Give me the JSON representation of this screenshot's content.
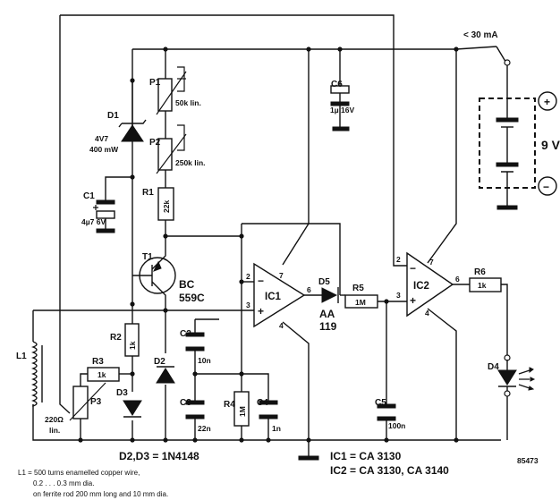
{
  "current_label": "< 30 mA",
  "battery": {
    "voltage": "9 V",
    "plus": "+",
    "minus": "−"
  },
  "components": {
    "P1": {
      "name": "P1",
      "value": "50k lin."
    },
    "P2": {
      "name": "P2",
      "value": "250k lin."
    },
    "P3": {
      "name": "P3",
      "value": "220Ω",
      "value2": "lin."
    },
    "D1": {
      "name": "D1",
      "value": "4V7",
      "value2": "400 mW"
    },
    "D2": {
      "name": "D2"
    },
    "D3": {
      "name": "D3"
    },
    "D4": {
      "name": "D4"
    },
    "D5": {
      "name": "D5",
      "value": "AA",
      "value2": "119"
    },
    "C1": {
      "name": "C1",
      "value": "4µ7 6V"
    },
    "C2": {
      "name": "C2",
      "value": "10n"
    },
    "C3": {
      "name": "C3",
      "value": "22n"
    },
    "C4": {
      "name": "C4",
      "value": "1n"
    },
    "C5": {
      "name": "C5",
      "value": "100n"
    },
    "C6": {
      "name": "C6",
      "value": "1µ 16V"
    },
    "R1": {
      "name": "R1",
      "value": "22k"
    },
    "R2": {
      "name": "R2",
      "value": "1k"
    },
    "R3": {
      "name": "R3",
      "value": "1k"
    },
    "R4": {
      "name": "R4",
      "value": "1M"
    },
    "R5": {
      "name": "R5",
      "value": "1M"
    },
    "R6": {
      "name": "R6",
      "value": "1k"
    },
    "T1": {
      "name": "T1",
      "type": "BC",
      "type2": "559C"
    },
    "L1": {
      "name": "L1"
    }
  },
  "ic1": {
    "name": "IC1",
    "pins": {
      "p2": "2",
      "p3": "3",
      "p4": "4",
      "p6": "6",
      "p7": "7"
    },
    "minus": "−",
    "plus": "+"
  },
  "ic2": {
    "name": "IC2",
    "pins": {
      "p2": "2",
      "p3": "3",
      "p4": "4",
      "p6": "6",
      "p7": "7"
    },
    "minus": "−",
    "plus": "+"
  },
  "notes": {
    "diodes": "D2,D3 = 1N4148",
    "ic1": "IC1 = CA 3130",
    "ic2": "IC2 = CA 3130, CA 3140",
    "l1_line1": "L1 = 500 turns enamelled copper wire,",
    "l1_line2": "0.2 . . . 0.3 mm dia.",
    "l1_line3": "on ferrite rod 200 mm long and 10 mm dia.",
    "figure_number": "85473"
  }
}
